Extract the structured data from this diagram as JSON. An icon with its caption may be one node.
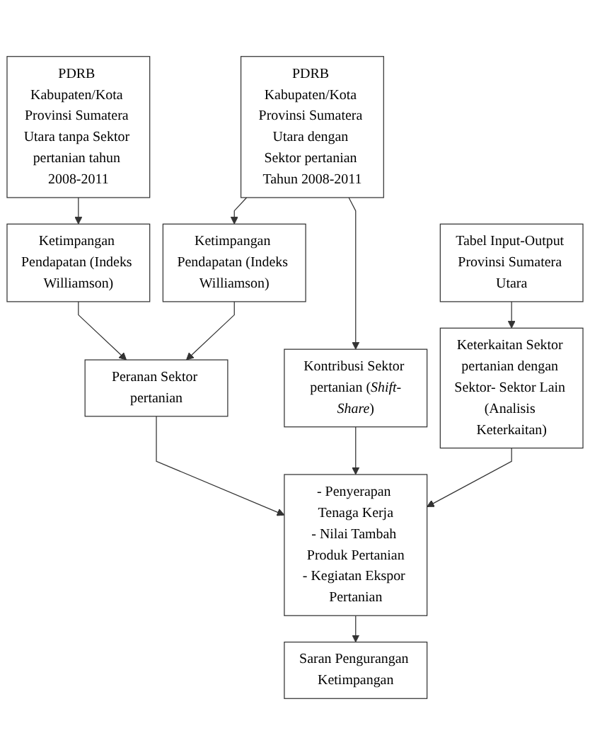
{
  "diagram": {
    "nodes": [
      {
        "text": [
          "PDRB Kabupaten/Kota Provinsi Sumatera Utara tanpa Sektor pertanian tahun 2008-2011"
        ]
      },
      {
        "text": [
          "PDRB Kabupaten/Kota Provinsi Sumatera Utara dengan Sektor pertanian Tahun 2008-2011"
        ]
      },
      {
        "text": [
          "Tabel Input-Output Provinsi Sumatera Utara"
        ]
      },
      {
        "text": [
          "Ketimpangan Pendapatan (Indeks Williamson)"
        ]
      },
      {
        "text": [
          "Ketimpangan Pendapatan (Indeks Williamson)"
        ]
      },
      {
        "text": [
          "Peranan Sektor pertanian"
        ]
      },
      {
        "text": [
          "Kontribusi Sektor pertanian (*Shift-Share*)"
        ]
      },
      {
        "text": [
          "Keterkaitan Sektor pertanian dengan Sektor- Sektor Lain (Analisis Keterkaitan)"
        ]
      },
      {
        "text": [
          "- Penyerapan Tenaga Kerja",
          "- Nilai Tambah Produk Pertanian",
          "- Kegiatan Ekspor Pertanian"
        ]
      },
      {
        "text": [
          "Saran Pengurangan Ketimpangan"
        ]
      }
    ],
    "edges": [
      {
        "from": 0,
        "to": 3,
        "arrow": "to"
      },
      {
        "from": 1,
        "to": 4,
        "arrow": "to"
      },
      {
        "from": 1,
        "to": 6,
        "arrow": "to"
      },
      {
        "from": 2,
        "to": 7,
        "arrow": "to"
      },
      {
        "from": 3,
        "to": 5,
        "arrow": "to"
      },
      {
        "from": 4,
        "to": 5,
        "arrow": "to"
      },
      {
        "from": 5,
        "to": 8,
        "arrow": "to"
      },
      {
        "from": 6,
        "to": 8,
        "arrow": "to"
      },
      {
        "from": 7,
        "to": 8,
        "arrow": "to"
      },
      {
        "from": 8,
        "to": 9,
        "arrow": "to"
      }
    ]
  }
}
